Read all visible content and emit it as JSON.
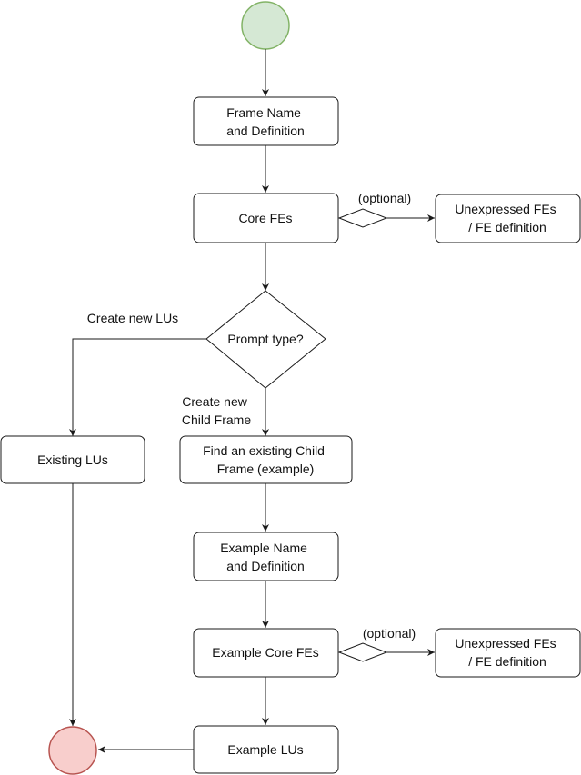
{
  "colors": {
    "start_fill": "#d5e8d4",
    "start_stroke": "#82b366",
    "end_fill": "#f8cecc",
    "end_stroke": "#b85450"
  },
  "nodes": {
    "frame_name": [
      "Frame Name",
      "and Definition"
    ],
    "core_fes": [
      "Core FEs"
    ],
    "unexpressed_1": [
      "Unexpressed FEs",
      "/ FE definition"
    ],
    "prompt_type": [
      "Prompt type?"
    ],
    "existing_lus": [
      "Existing LUs"
    ],
    "find_child": [
      "Find an existing Child",
      "Frame (example)"
    ],
    "example_name": [
      "Example Name",
      "and Definition"
    ],
    "example_core": [
      "Example Core FEs"
    ],
    "unexpressed_2": [
      "Unexpressed FEs",
      "/ FE definition"
    ],
    "example_lus": [
      "Example LUs"
    ]
  },
  "edge_labels": {
    "optional_1": "(optional)",
    "optional_2": "(optional)",
    "create_lus": "Create new LUs",
    "create_child": [
      "Create new",
      "Child Frame"
    ]
  }
}
